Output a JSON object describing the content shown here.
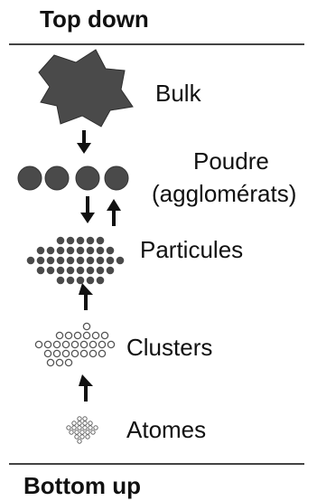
{
  "header": {
    "top": "Top down",
    "bottom": "Bottom up"
  },
  "stages": {
    "bulk": "Bulk",
    "powder_line1": "Poudre",
    "powder_line2": "(agglomérats)",
    "particles": "Particules",
    "clusters": "Clusters",
    "atoms": "Atomes"
  },
  "colors": {
    "solid": "#4a4a4a",
    "outline": "#555555",
    "rule": "#444444"
  }
}
